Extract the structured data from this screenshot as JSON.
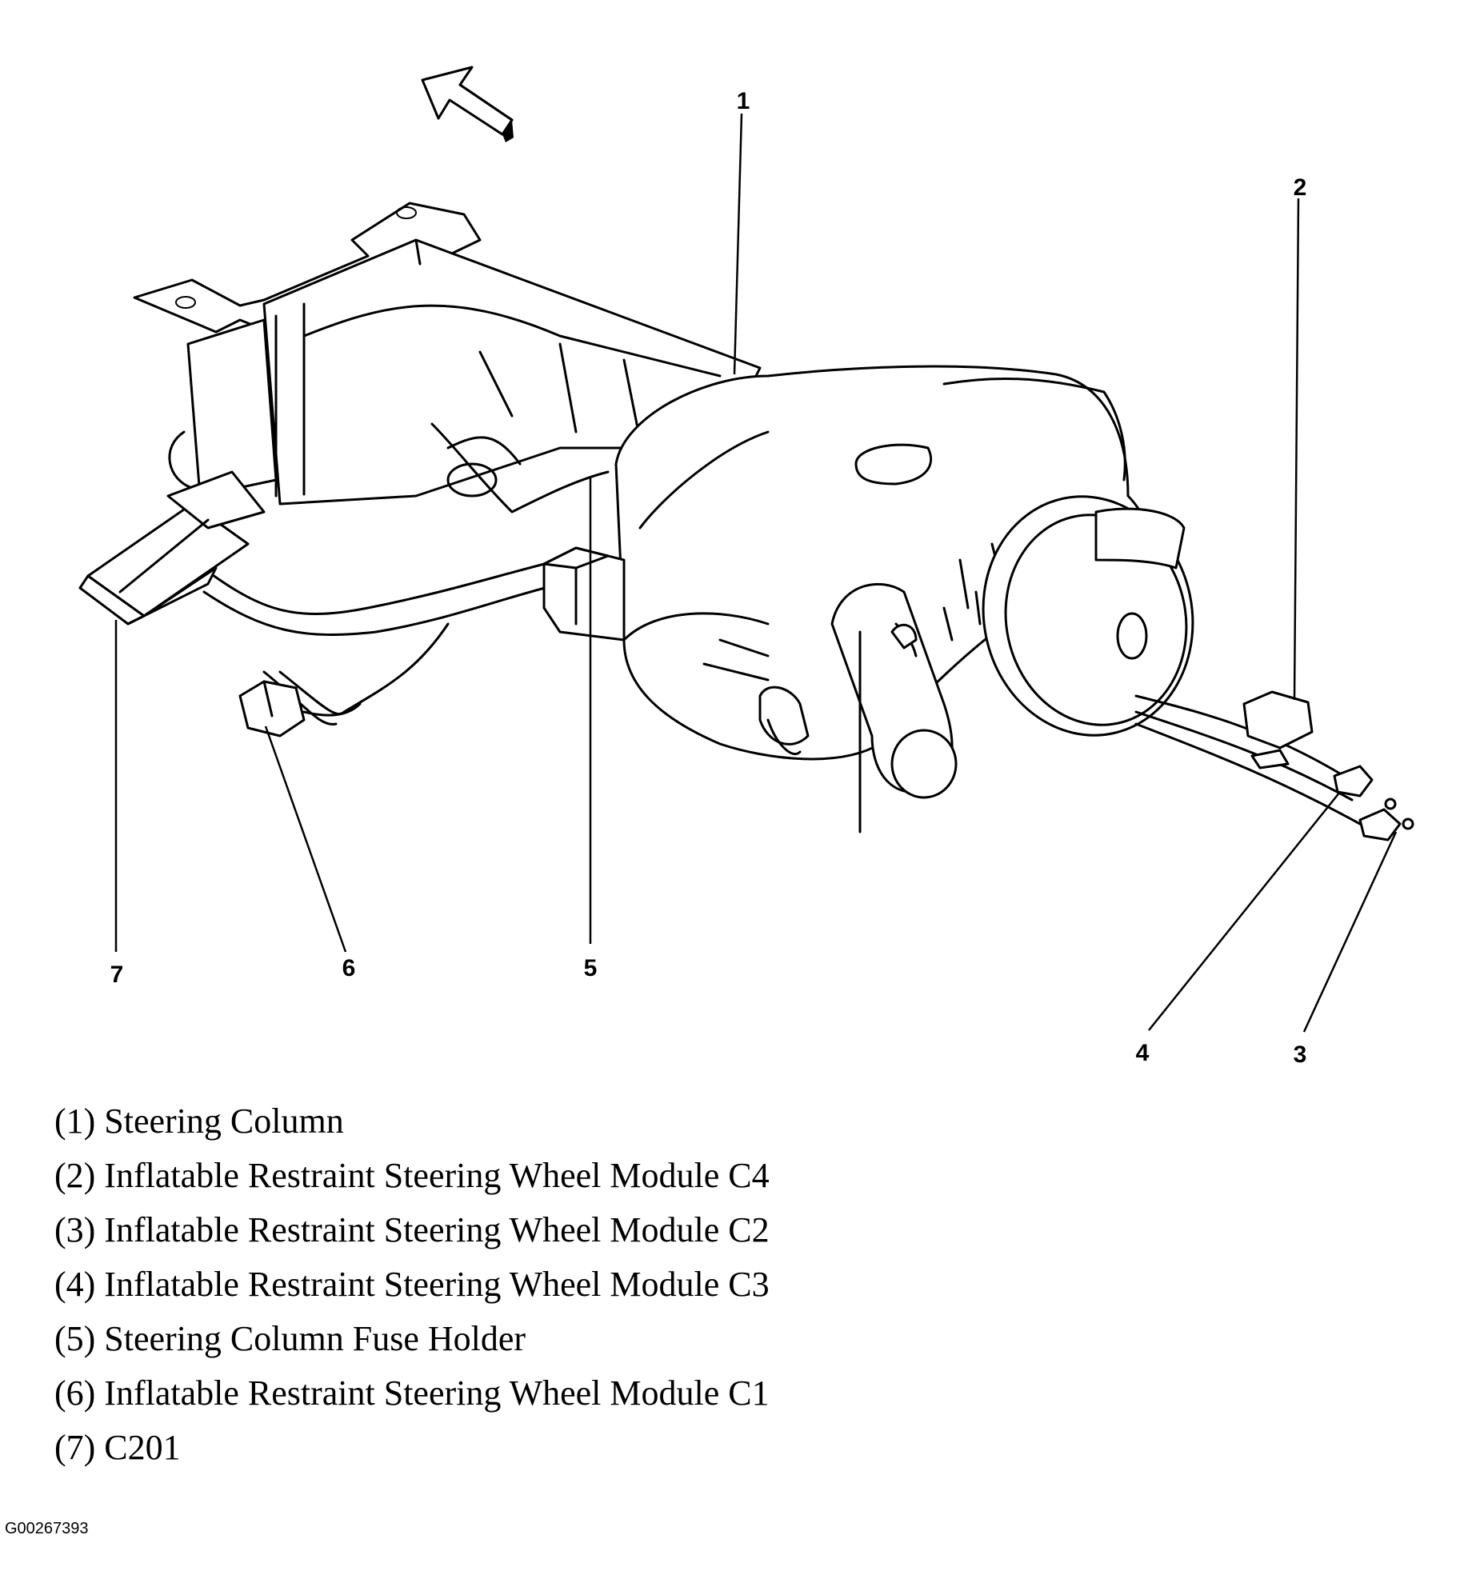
{
  "callouts": [
    {
      "num": "1",
      "name": "Steering Column"
    },
    {
      "num": "2",
      "name": "Inflatable Restraint Steering Wheel Module C4"
    },
    {
      "num": "3",
      "name": "Inflatable Restraint Steering Wheel Module C2"
    },
    {
      "num": "4",
      "name": "Inflatable Restraint Steering Wheel Module C3"
    },
    {
      "num": "5",
      "name": "Steering Column Fuse Holder"
    },
    {
      "num": "6",
      "name": "Inflatable Restraint Steering Wheel Module C1"
    },
    {
      "num": "7",
      "name": "C201"
    }
  ],
  "legend": [
    "(1) Steering Column",
    "(2) Inflatable Restraint Steering Wheel Module C4",
    "(3) Inflatable Restraint Steering Wheel Module C2",
    "(4) Inflatable Restraint Steering Wheel Module C3",
    "(5) Steering Column Fuse Holder",
    "(6) Inflatable Restraint Steering Wheel Module C1",
    "(7) C201"
  ],
  "figure_id": "G00267393"
}
